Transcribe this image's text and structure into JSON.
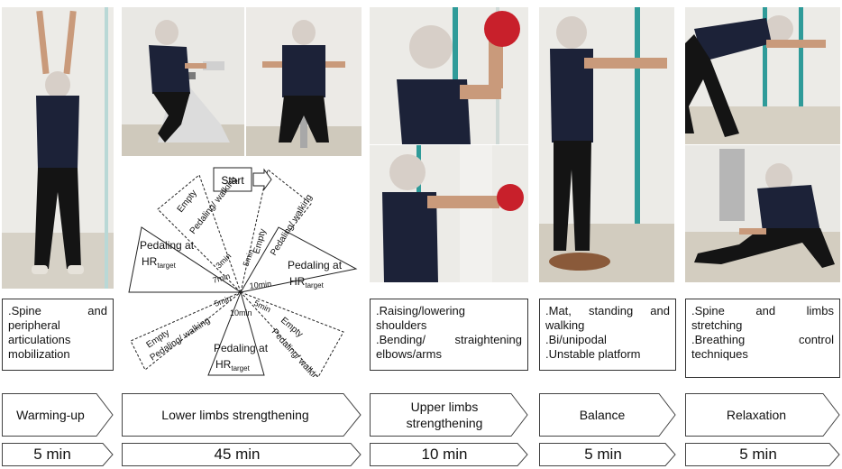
{
  "stages": [
    {
      "id": "warmup",
      "description": [
        ".Spine and",
        "peripheral",
        "articulations",
        "mobilization"
      ],
      "label": "Warming-up",
      "duration": "5 min"
    },
    {
      "id": "lower",
      "label": "Lower limbs strengthening",
      "duration": "45 min"
    },
    {
      "id": "upper",
      "description": [
        ".Raising/lowering",
        "shoulders",
        ".Bending/ straightening",
        "elbows/arms"
      ],
      "label": "Upper limbs strengthening",
      "duration": "10 min"
    },
    {
      "id": "balance",
      "description": [
        ".Mat, standing and",
        "walking",
        ".Bi/unipodal",
        ".Unstable platform"
      ],
      "label": "Balance",
      "duration": "5 min"
    },
    {
      "id": "relax",
      "description": [
        ".Spine and limbs",
        "stretching",
        ".Breathing control",
        "techniques"
      ],
      "label": "Relaxation",
      "duration": "5 min"
    }
  ],
  "diagram": {
    "start_label": "Start",
    "empty_label_1": "Empty",
    "empty_label_2": "Pedaling/ walking",
    "pedal_label": "Pedaling at",
    "hr_label": "HR",
    "hr_sub": "target",
    "t_3min": "3min",
    "t_5min": "5min",
    "t_7min": "7min",
    "t_10min": "10min"
  },
  "colors": {
    "border": "#333333",
    "shirt": "#1c2238",
    "pants": "#141414",
    "skin": "#c99a7b",
    "wall": "#ecebe7",
    "floor": "#c9c0ad",
    "teal": "#2f9b99",
    "dumbbell": "#c8202b"
  }
}
